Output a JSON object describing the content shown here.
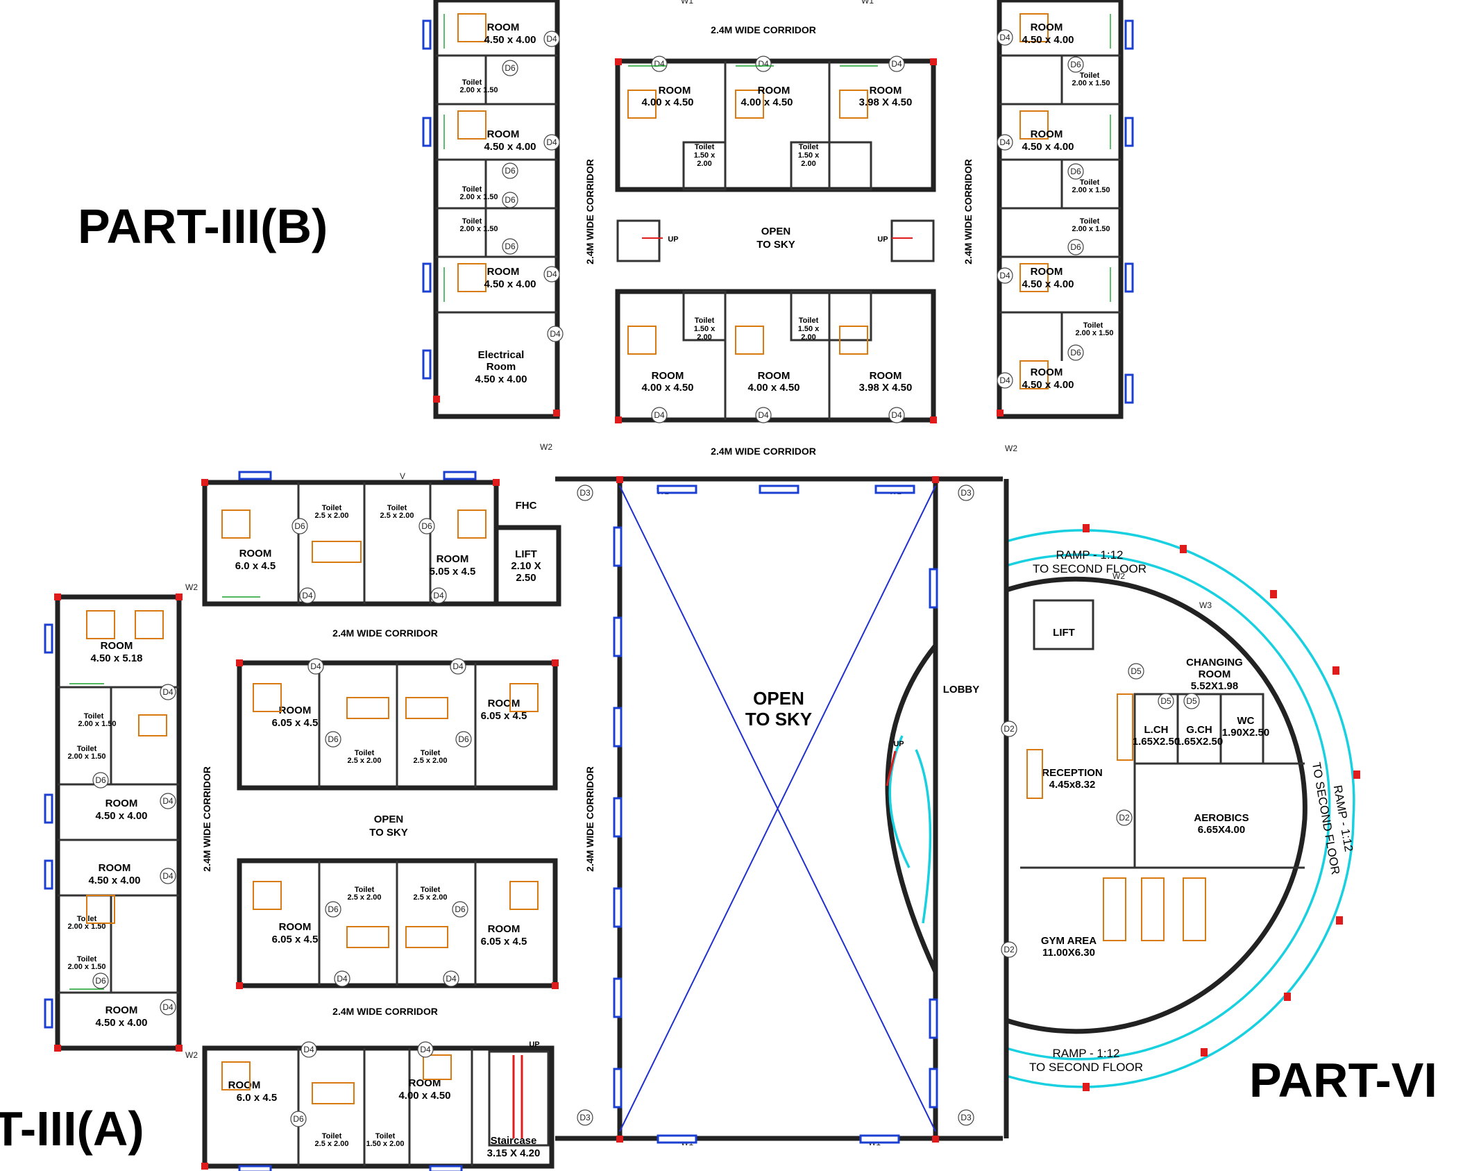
{
  "parts": {
    "b": "PART-III(B)",
    "a": "T-III(A)",
    "vi": "PART-VI"
  },
  "corridors": {
    "top_b": "2.4M WIDE CORRIDOR",
    "mid_b": "2.4M WIDE CORRIDOR",
    "left_vert_b": "2.4M WIDE CORRIDOR",
    "right_vert_b": "2.4M WIDE CORRIDOR",
    "a_upper": "2.4M WIDE CORRIDOR",
    "a_lower": "2.4M WIDE CORRIDOR",
    "a_left_vert": "2.4M WIDE CORRIDOR",
    "a_right_vert": "2.4M WIDE CORRIDOR"
  },
  "open_to_sky": {
    "b_court": [
      "OPEN",
      "TO SKY"
    ],
    "a_court": [
      "OPEN",
      "TO SKY"
    ],
    "big": [
      "OPEN",
      "TO SKY"
    ]
  },
  "b_left_wing": [
    {
      "name": "ROOM",
      "size": "4.50 x 4.00"
    },
    {
      "name": "Toilet",
      "size": "2.00 x 1.50"
    },
    {
      "name": "ROOM",
      "size": "4.50 x 4.00"
    },
    {
      "name": "Toilet",
      "size": "2.00 x 1.50"
    },
    {
      "name": "Toilet",
      "size": "2.00 x 1.50"
    },
    {
      "name": "ROOM",
      "size": "4.50 x 4.00"
    },
    {
      "name": "Electrical",
      "size2": "Room",
      "size": "4.50 x 4.00"
    }
  ],
  "b_right_wing": [
    {
      "name": "ROOM",
      "size": "4.50 x 4.00"
    },
    {
      "name": "Toilet",
      "size": "2.00 x 1.50"
    },
    {
      "name": "ROOM",
      "size": "4.50 x 4.00"
    },
    {
      "name": "Toilet",
      "size": "2.00 x 1.50"
    },
    {
      "name": "Toilet",
      "size": "2.00 x 1.50"
    },
    {
      "name": "ROOM",
      "size": "4.50 x 4.00"
    },
    {
      "name": "Toilet",
      "size": "2.00 x 1.50"
    },
    {
      "name": "ROOM",
      "size": "4.50 x 4.00"
    }
  ],
  "b_center_top": [
    {
      "name": "ROOM",
      "size": "4.00 x 4.50"
    },
    {
      "name": "ROOM",
      "size": "4.00 x 4.50"
    },
    {
      "name": "ROOM",
      "size": "3.98 X 4.50"
    }
  ],
  "b_center_bottom": [
    {
      "name": "ROOM",
      "size": "4.00 x 4.50"
    },
    {
      "name": "ROOM",
      "size": "4.00 x 4.50"
    },
    {
      "name": "ROOM",
      "size": "3.98 X 4.50"
    }
  ],
  "b_center_toilets": [
    "Toilet",
    "1.50 x",
    "2.00"
  ],
  "a_top_block": [
    {
      "name": "ROOM",
      "size": "6.0 x 4.5"
    },
    {
      "name": "Toilet",
      "size": "2.5 x 2.00"
    },
    {
      "name": "Toilet",
      "size": "2.5 x 2.00"
    },
    {
      "name": "ROOM",
      "size": "5.05 x 4.5"
    },
    {
      "name": "FHC"
    },
    {
      "name": "LIFT",
      "size": "2.10 X",
      "size2": "2.50"
    }
  ],
  "a_left_wing": [
    {
      "name": "ROOM",
      "size": "4.50 x 5.18"
    },
    {
      "name": "Toilet",
      "size": "2.00 x 1.50"
    },
    {
      "name": "Toilet",
      "size": "2.00 x 1.50"
    },
    {
      "name": "ROOM",
      "size": "4.50 x 4.00"
    },
    {
      "name": "ROOM",
      "size": "4.50 x 4.00"
    },
    {
      "name": "Toilet",
      "size": "2.00 x 1.50"
    },
    {
      "name": "Toilet",
      "size": "2.00 x 1.50"
    },
    {
      "name": "ROOM",
      "size": "4.50 x 4.00"
    }
  ],
  "a_center": [
    {
      "name": "ROOM",
      "size": "6.05 x 4.5"
    },
    {
      "name": "ROOM",
      "size": "6.05 x 4.5"
    },
    {
      "name": "ROOM",
      "size": "6.05 x 4.5"
    },
    {
      "name": "ROOM",
      "size": "6.05 x 4.5"
    },
    {
      "name": "Toilet",
      "size": "2.5 x 2.00"
    }
  ],
  "a_bottom": [
    {
      "name": "ROOM",
      "size": "6.0 x 4.5"
    },
    {
      "name": "ROOM",
      "size": "4.00 x 4.50"
    },
    {
      "name": "Toilet",
      "size": "2.5 x 2.00"
    },
    {
      "name": "Toilet",
      "size": "1.50 x 2.00"
    },
    {
      "name": "Staircase",
      "size": "3.15 X 4.20"
    }
  ],
  "part_vi": {
    "lobby": "LOBBY",
    "lift": "LIFT",
    "changing": {
      "name": "CHANGING",
      "name2": "ROOM",
      "size": "5.52X1.98"
    },
    "lch": {
      "name": "L.CH",
      "size": "1.65X2.50"
    },
    "gch": {
      "name": "G.CH",
      "size": "1.65X2.50"
    },
    "wc": {
      "name": "WC",
      "size": "1.90X2.50"
    },
    "reception": {
      "name": "RECEPTION",
      "size": "4.45x8.32"
    },
    "aerobics": {
      "name": "AEROBICS",
      "size": "6.65X4.00"
    },
    "gym": {
      "name": "GYM AREA",
      "size": "11.00X6.30"
    },
    "ramp_top": [
      "RAMP - 1:12",
      "TO SECOND FLOOR"
    ],
    "ramp_bottom": [
      "RAMP - 1:12",
      "TO SECOND FLOOR"
    ],
    "ramp_side": [
      "RAMP - 1:12",
      "TO SECOND FLOOR"
    ]
  },
  "markers": {
    "up": "UP",
    "d3": "D3",
    "d4": "D4",
    "d6": "D6",
    "d2": "D2",
    "d5": "D5",
    "w1": "W1",
    "w2": "W2",
    "w3": "W3",
    "v": "V"
  }
}
